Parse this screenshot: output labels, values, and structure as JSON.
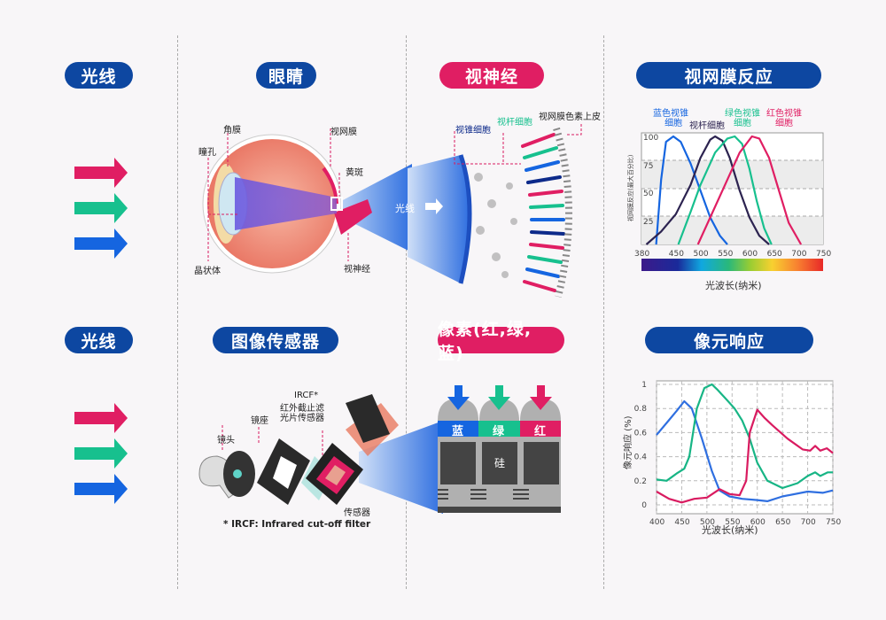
{
  "rows": [
    {
      "light_label": "光线",
      "stage2_title": "眼睛",
      "stage3_title": "视神经",
      "stage4_title": "视网膜反应"
    },
    {
      "light_label": "光线",
      "stage2_title": "图像传感器",
      "stage3_title": "像素(红,绿, 蓝)",
      "stage4_title": "像元响应"
    }
  ],
  "colors": {
    "navy": "#0d47a1",
    "pink": "#e01e63",
    "green": "#17c08e",
    "blue": "#1565e0",
    "rod": "#2c2350"
  },
  "eye": {
    "labels": {
      "cornea": "角膜",
      "pupil": "瞳孔",
      "retina": "视网膜",
      "macula": "黄斑",
      "lens": "晶状体",
      "optic_nerve": "视神经"
    }
  },
  "retina_detail": {
    "light_label": "光线",
    "cone_label": "视锥细胞",
    "rod_label": "视杆细胞",
    "rpe_label": "视网膜色素上皮"
  },
  "sensor": {
    "labels": {
      "lens": "镜头",
      "lens_mount": "镜座",
      "ircf_title": "IRCF*",
      "ircf_line1": "红外截止滤",
      "ircf_line2": "光片传感器",
      "sensor": "传感器"
    },
    "footnote": "* IRCF: Infrared cut-off filter"
  },
  "pixel": {
    "blue": "蓝",
    "green": "绿",
    "red": "红",
    "silicon": "硅"
  },
  "chart_data": [
    {
      "type": "line",
      "title": "视网膜反应",
      "xlabel": "光波长(纳米)",
      "ylabel": "视网膜反应(最大百分比)",
      "x_ticks": [
        380,
        450,
        500,
        550,
        600,
        650,
        700,
        750
      ],
      "y_ticks": [
        25,
        50,
        75,
        100
      ],
      "xlim": [
        380,
        750
      ],
      "ylim": [
        0,
        100
      ],
      "grid": "horizontal dashed with alternating bands",
      "series": [
        {
          "name": "蓝色视锥细胞",
          "color": "#1565e0",
          "x": [
            410,
            420,
            430,
            445,
            460,
            480,
            500,
            520,
            540,
            555
          ],
          "y": [
            0,
            60,
            95,
            100,
            95,
            75,
            50,
            25,
            8,
            0
          ]
        },
        {
          "name": "视杆细胞",
          "color": "#2c2350",
          "x": [
            390,
            420,
            450,
            480,
            500,
            520,
            530,
            545,
            560,
            580,
            600,
            620,
            640
          ],
          "y": [
            0,
            12,
            28,
            55,
            80,
            97,
            100,
            96,
            80,
            50,
            25,
            8,
            0
          ]
        },
        {
          "name": "绿色视锥细胞",
          "color": "#17c08e",
          "x": [
            455,
            480,
            500,
            530,
            555,
            570,
            585,
            600,
            615,
            630,
            645
          ],
          "y": [
            0,
            30,
            55,
            85,
            98,
            100,
            93,
            70,
            40,
            15,
            0
          ]
        },
        {
          "name": "红色视锥细胞",
          "color": "#e01e63",
          "x": [
            495,
            520,
            550,
            580,
            605,
            620,
            640,
            660,
            680,
            705
          ],
          "y": [
            0,
            25,
            55,
            85,
            100,
            98,
            80,
            50,
            20,
            0
          ]
        }
      ],
      "colorbar": {
        "label": "光波长(纳米)",
        "range": [
          380,
          750
        ]
      },
      "legend": [
        "蓝色视锥细胞",
        "视杆细胞",
        "绿色视锥细胞",
        "红色视锥细胞"
      ]
    },
    {
      "type": "line",
      "title": "像元响应",
      "xlabel": "光波长(纳米)",
      "ylabel": "像元响应 (%)",
      "x_ticks": [
        400,
        450,
        500,
        550,
        600,
        650,
        700,
        750
      ],
      "y_ticks": [
        0,
        0.2,
        0.4,
        0.6,
        0.8,
        1
      ],
      "xlim": [
        400,
        750
      ],
      "ylim": [
        0,
        1
      ],
      "grid": "dashed both axes",
      "series": [
        {
          "name": "Blue",
          "color": "#2f6fe0",
          "x": [
            400,
            420,
            440,
            455,
            470,
            490,
            510,
            525,
            545,
            570,
            600,
            620,
            650,
            700,
            730,
            750
          ],
          "y": [
            0.58,
            0.68,
            0.78,
            0.86,
            0.8,
            0.55,
            0.28,
            0.12,
            0.07,
            0.05,
            0.04,
            0.03,
            0.07,
            0.11,
            0.1,
            0.12
          ]
        },
        {
          "name": "Green",
          "color": "#17b585",
          "x": [
            400,
            420,
            440,
            455,
            465,
            480,
            495,
            510,
            520,
            540,
            555,
            570,
            585,
            600,
            620,
            650,
            680,
            700,
            715,
            725,
            740,
            750
          ],
          "y": [
            0.21,
            0.2,
            0.26,
            0.3,
            0.4,
            0.8,
            0.97,
            1.0,
            0.96,
            0.87,
            0.8,
            0.7,
            0.55,
            0.35,
            0.2,
            0.14,
            0.18,
            0.24,
            0.27,
            0.24,
            0.27,
            0.27
          ]
        },
        {
          "name": "Red",
          "color": "#d91b60",
          "x": [
            400,
            425,
            450,
            475,
            500,
            525,
            545,
            565,
            578,
            585,
            600,
            615,
            630,
            660,
            690,
            705,
            715,
            725,
            738,
            750
          ],
          "y": [
            0.11,
            0.05,
            0.02,
            0.05,
            0.06,
            0.13,
            0.09,
            0.08,
            0.2,
            0.6,
            0.79,
            0.72,
            0.66,
            0.55,
            0.46,
            0.45,
            0.49,
            0.45,
            0.47,
            0.43
          ]
        }
      ]
    }
  ]
}
